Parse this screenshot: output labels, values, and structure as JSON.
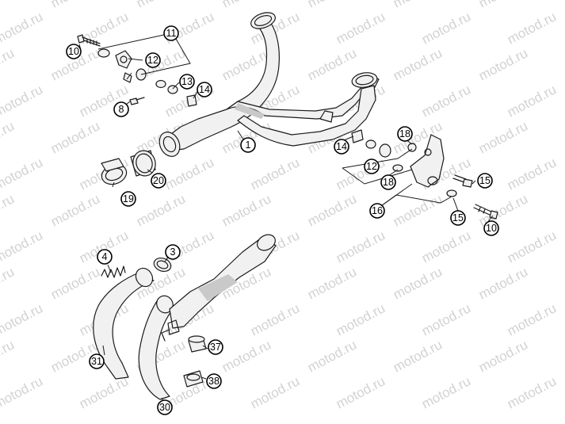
{
  "watermark": {
    "text": "motod.ru"
  },
  "callouts": {
    "c1": "1",
    "c3": "3",
    "c4": "4",
    "c8": "8",
    "c10a": "10",
    "c10b": "10",
    "c11": "11",
    "c12a": "12",
    "c12b": "12",
    "c13": "13",
    "c14a": "14",
    "c14b": "14",
    "c15a": "15",
    "c15b": "15",
    "c16": "16",
    "c18a": "18",
    "c18b": "18",
    "c19": "19",
    "c20": "20",
    "c30": "30",
    "c31": "31",
    "c37": "37",
    "c38": "38"
  }
}
